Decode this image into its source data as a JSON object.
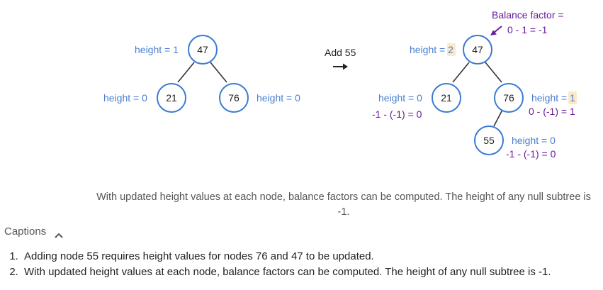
{
  "left_tree": {
    "nodes": {
      "root": "47",
      "left": "21",
      "right": "76"
    },
    "labels": {
      "root_height_prefix": "height = ",
      "root_height_value": "1",
      "left_height": "height = 0",
      "right_height": "height = 0"
    }
  },
  "transition": {
    "label": "Add 55",
    "arrow": "→"
  },
  "right_tree": {
    "nodes": {
      "root": "47",
      "left": "21",
      "right": "76",
      "new": "55"
    },
    "balance_factor": {
      "title": "Balance factor =",
      "expr": "0 - 1 = -1",
      "arrow_icon": "pointer-arrow-icon"
    },
    "labels": {
      "root_height_prefix": "height = ",
      "root_height_value": "2",
      "left_height": "height = 0",
      "left_bf": "-1 - (-1) = 0",
      "right_height_prefix": "height = ",
      "right_height_value": "1",
      "right_bf": "0 - (-1) = 1",
      "new_height": "height = 0",
      "new_bf": "-1 - (-1) = 0"
    }
  },
  "slide_caption": "With updated height values at each node, balance factors can be computed. The height of any null subtree is -1.",
  "captions": {
    "toggle_label": "Captions",
    "toggle_icon": "chevron-up-icon",
    "items": [
      "Adding node 55 requires height values for nodes 76 and 47 to be updated.",
      "With updated height values at each node, balance factors can be computed. The height of any null subtree is -1."
    ]
  },
  "colors": {
    "node_stroke": "#3a7bd5",
    "height_text": "#4a7fd0",
    "balance_text": "#6a1b9a",
    "highlight": "#fde9c6"
  }
}
